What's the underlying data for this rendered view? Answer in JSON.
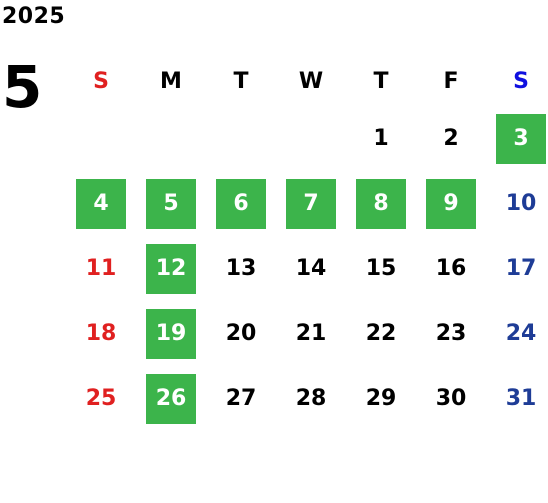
{
  "year": "2025",
  "month": "5",
  "weekdays": [
    "S",
    "M",
    "T",
    "W",
    "T",
    "F",
    "S"
  ],
  "colors": {
    "sunday": "#e02020",
    "saturday_header": "#1010e0",
    "saturday_days": "#1e3c96",
    "highlight": "#3cb44b",
    "text": "#000000"
  },
  "days": [
    {
      "num": "1",
      "col": 5,
      "row": 1
    },
    {
      "num": "2",
      "col": 6,
      "row": 1
    },
    {
      "num": "3",
      "col": 7,
      "row": 1,
      "highlight": true
    },
    {
      "num": "4",
      "col": 1,
      "row": 2,
      "highlight": true
    },
    {
      "num": "5",
      "col": 2,
      "row": 2,
      "highlight": true
    },
    {
      "num": "6",
      "col": 3,
      "row": 2,
      "highlight": true
    },
    {
      "num": "7",
      "col": 4,
      "row": 2,
      "highlight": true
    },
    {
      "num": "8",
      "col": 5,
      "row": 2,
      "highlight": true
    },
    {
      "num": "9",
      "col": 6,
      "row": 2,
      "highlight": true
    },
    {
      "num": "10",
      "col": 7,
      "row": 2
    },
    {
      "num": "11",
      "col": 1,
      "row": 3
    },
    {
      "num": "12",
      "col": 2,
      "row": 3,
      "highlight": true
    },
    {
      "num": "13",
      "col": 3,
      "row": 3
    },
    {
      "num": "14",
      "col": 4,
      "row": 3
    },
    {
      "num": "15",
      "col": 5,
      "row": 3
    },
    {
      "num": "16",
      "col": 6,
      "row": 3
    },
    {
      "num": "17",
      "col": 7,
      "row": 3
    },
    {
      "num": "18",
      "col": 1,
      "row": 4
    },
    {
      "num": "19",
      "col": 2,
      "row": 4,
      "highlight": true
    },
    {
      "num": "20",
      "col": 3,
      "row": 4
    },
    {
      "num": "21",
      "col": 4,
      "row": 4
    },
    {
      "num": "22",
      "col": 5,
      "row": 4
    },
    {
      "num": "23",
      "col": 6,
      "row": 4
    },
    {
      "num": "24",
      "col": 7,
      "row": 4
    },
    {
      "num": "25",
      "col": 1,
      "row": 5
    },
    {
      "num": "26",
      "col": 2,
      "row": 5,
      "highlight": true
    },
    {
      "num": "27",
      "col": 3,
      "row": 5
    },
    {
      "num": "28",
      "col": 4,
      "row": 5
    },
    {
      "num": "29",
      "col": 5,
      "row": 5
    },
    {
      "num": "30",
      "col": 6,
      "row": 5
    },
    {
      "num": "31",
      "col": 7,
      "row": 5
    }
  ]
}
